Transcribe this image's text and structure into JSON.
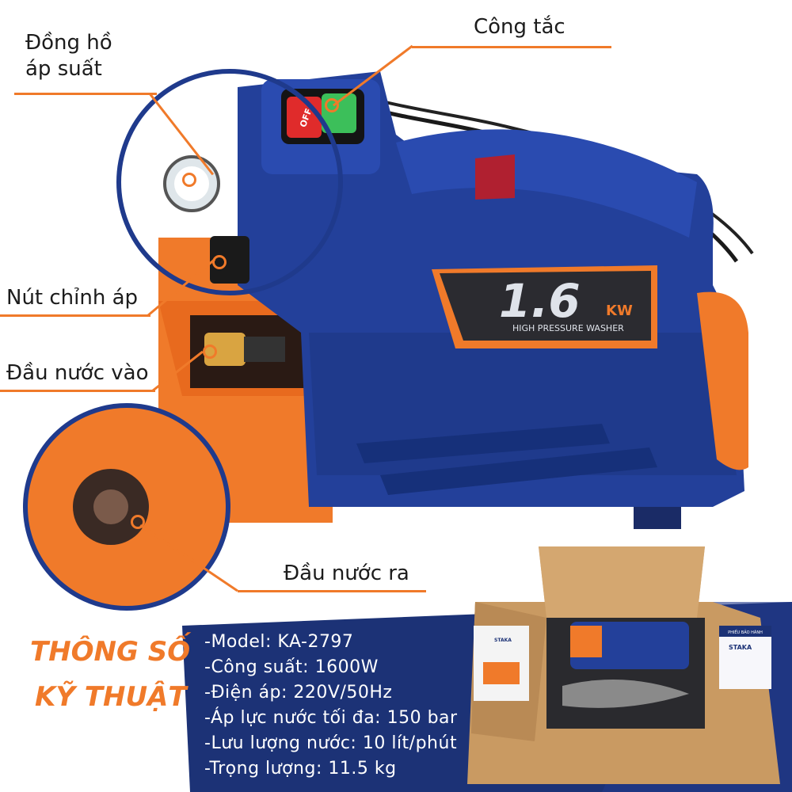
{
  "callouts": {
    "pressure_gauge": "Đồng hồ\náp suất",
    "switch": "Công tắc",
    "pressure_knob": "Nút chỉnh áp",
    "water_inlet": "Đầu nước vào",
    "water_outlet": "Đầu nước ra"
  },
  "product": {
    "badge_power": "1.6",
    "badge_unit": "KW",
    "badge_subtitle": "HIGH PRESSURE WASHER",
    "switch_off_label": "OFF"
  },
  "specs": {
    "title_line1": "THÔNG SỐ",
    "title_line2": "KỸ THUẬT",
    "lines": [
      "-Model: KA-2797",
      "-Công suất: 1600W",
      "-Điện áp: 220V/50Hz",
      "-Áp lực nước tối đa: 150 bar",
      "-Lưu lượng nước: 10 lít/phút",
      "-Trọng lượng: 11.5 kg"
    ]
  },
  "box": {
    "warranty_heading": "PHIẾU BẢO HÀNH",
    "brand": "STAKA"
  },
  "colors": {
    "orange": "#f07a2a",
    "navy": "#1f3a8c",
    "panel_navy": "#1c3276"
  }
}
